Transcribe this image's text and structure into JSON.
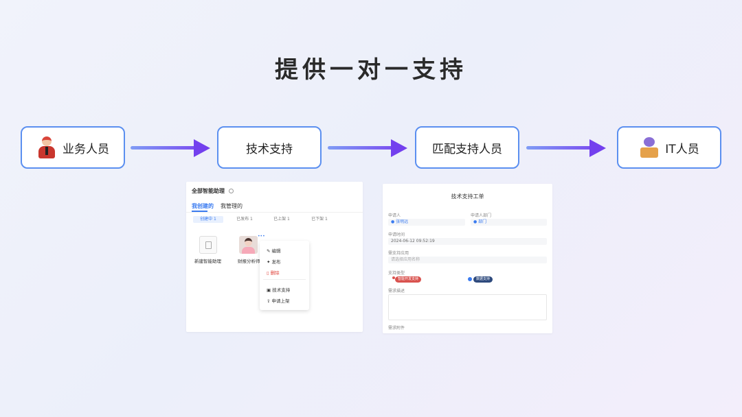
{
  "title": "提供一对一支持",
  "flow": [
    {
      "label": "业务人员",
      "icon": "business-person-avatar"
    },
    {
      "label": "技术支持",
      "icon": ""
    },
    {
      "label": "匹配支持人员",
      "icon": ""
    },
    {
      "label": "IT人员",
      "icon": "it-person-avatar"
    }
  ],
  "assistant_panel": {
    "header": "全部智能助理",
    "tabs": [
      "我创建的",
      "我管理的"
    ],
    "filters": [
      "创建中 1",
      "已发布 1",
      "已上架 1",
      "已下架 1"
    ],
    "cards": [
      {
        "label": "新建智能助理"
      },
      {
        "label": "财报分析师"
      }
    ],
    "menu": [
      {
        "label": "编辑",
        "icon": "edit-icon"
      },
      {
        "label": "发布",
        "icon": "wrench-icon"
      },
      {
        "label": "删除",
        "icon": "trash-icon"
      },
      {
        "label": "技术支持",
        "icon": "support-icon"
      },
      {
        "label": "申请上架",
        "icon": "upload-icon"
      }
    ],
    "colors": {
      "accent": "#3a7bf0",
      "danger": "#e0463e"
    }
  },
  "ticket_panel": {
    "title": "技术支持工单",
    "applicant_label": "申请人",
    "applicant_value": "张明远",
    "dept_label": "申请人部门",
    "dept_value": "部门",
    "time_label": "申请时间",
    "time_value": "2024-06-12 09:52:19",
    "app_label": "需支持应用",
    "app_placeholder": "请选择应用名称",
    "type_label": "支持类型",
    "type_tag_1": "智能开发支持",
    "type_tag_2": "数据支持",
    "desc_label": "需求描述",
    "attach_label": "需求附件",
    "colors": {
      "tag_red": "#d9534f",
      "tag_navy": "#2e4a7d"
    }
  }
}
